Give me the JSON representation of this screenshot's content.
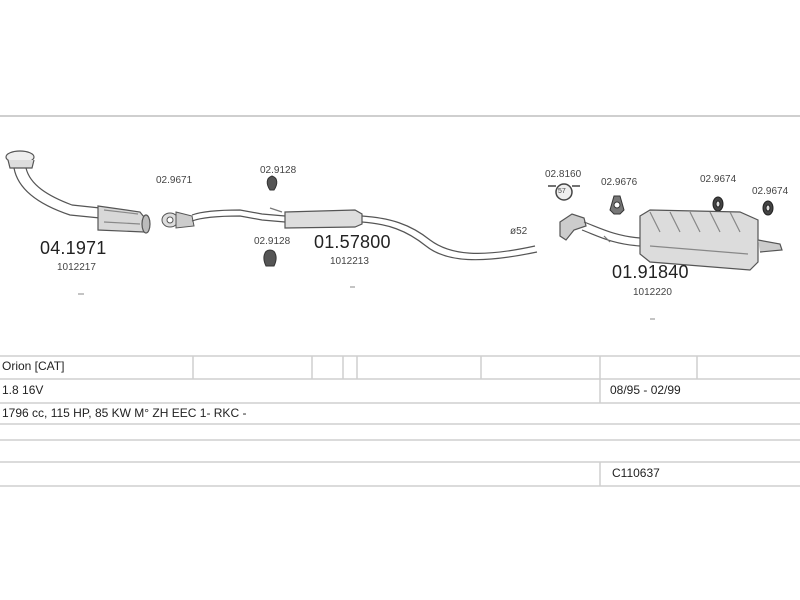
{
  "parts": {
    "cat": {
      "number": "04.1971",
      "ref": "1012217"
    },
    "middle": {
      "number": "01.57800",
      "ref": "1012213"
    },
    "rear": {
      "number": "01.91840",
      "ref": "1012220"
    },
    "fittings": {
      "gasket": "02.9671",
      "hanger_top": "02.9128",
      "hanger_bottom": "02.9128",
      "clamp": "02.8160",
      "bracket": "02.9676",
      "rubber_a": "02.9674",
      "rubber_b": "02.9674"
    },
    "clamp_size": "57",
    "pipe_dim": "ø52"
  },
  "table": {
    "model": "Orion  [CAT]",
    "engine": "1.8 16V",
    "years": "08/95 - 02/99",
    "spec": "1796 cc, 115 HP, 85 KW M° ZH EEC 1- RKC -",
    "kit_code": "C110637"
  }
}
